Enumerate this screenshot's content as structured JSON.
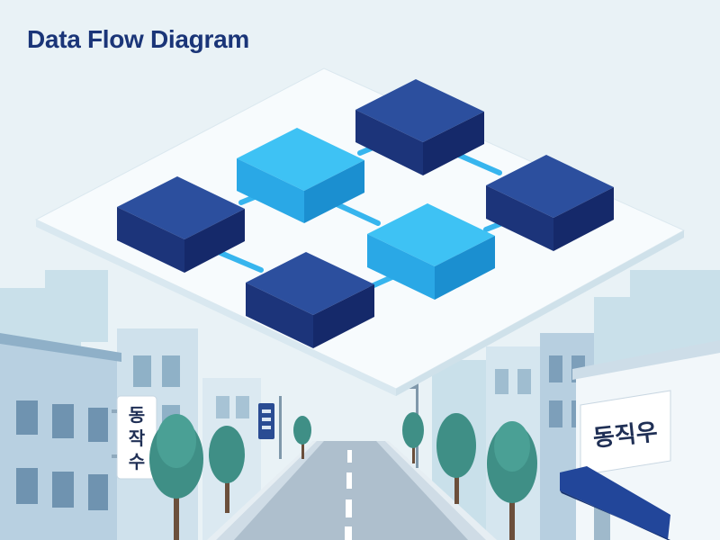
{
  "diagram": {
    "title": "Data Flow Diagram"
  },
  "signs": {
    "vertical_sign": [
      "동",
      "작",
      "수"
    ],
    "building_sign": "동직우"
  },
  "colors": {
    "dark_block": "#23418f",
    "light_block": "#29b2ee",
    "connector": "#37b5ee",
    "title": "#1a3578",
    "platform": "#f7fbfd",
    "awning": "#22469a"
  },
  "nodes": [
    {
      "id": "node-top-right",
      "tone": "dark"
    },
    {
      "id": "node-center-left",
      "tone": "light"
    },
    {
      "id": "node-left",
      "tone": "dark"
    },
    {
      "id": "node-right",
      "tone": "dark"
    },
    {
      "id": "node-center-right",
      "tone": "light"
    },
    {
      "id": "node-bottom",
      "tone": "dark"
    }
  ],
  "edges": [
    {
      "from": "node-center-left",
      "to": "node-top-right"
    },
    {
      "from": "node-top-right",
      "to": "node-right"
    },
    {
      "from": "node-left",
      "to": "node-center-left"
    },
    {
      "from": "node-center-left",
      "to": "node-center-right"
    },
    {
      "from": "node-center-right",
      "to": "node-right"
    },
    {
      "from": "node-left",
      "to": "node-bottom"
    },
    {
      "from": "node-bottom",
      "to": "node-center-right"
    }
  ]
}
